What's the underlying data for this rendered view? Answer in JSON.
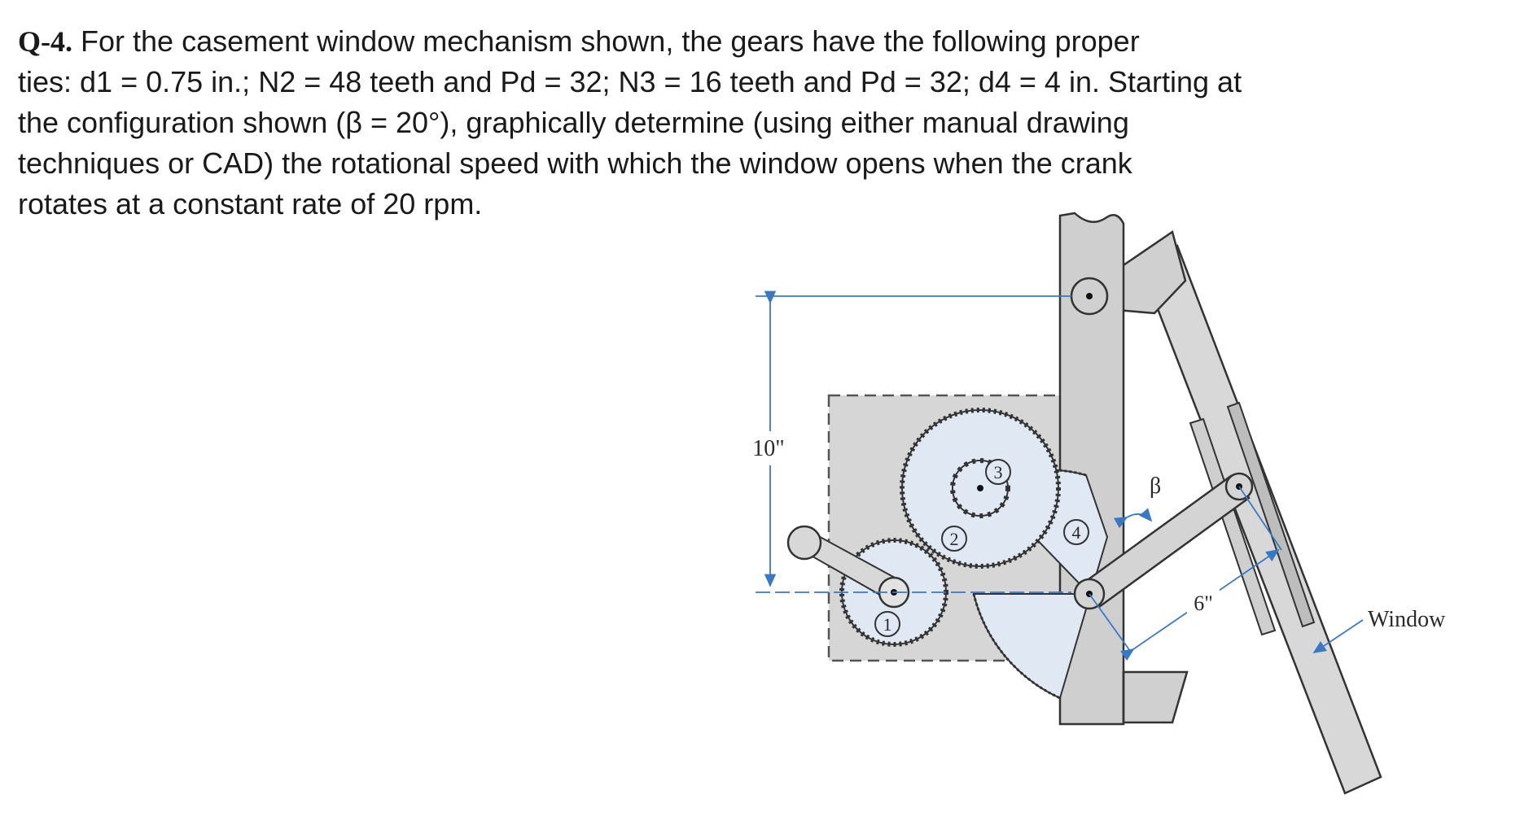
{
  "question": {
    "number": "Q-4.",
    "lines": [
      "For the casement window mechanism shown, the gears have the following proper",
      "ties: d1 = 0.75 in.; N2 = 48 teeth and Pd = 32; N3 = 16 teeth and Pd = 32; d4 = 4 in. Starting at",
      "the configuration shown (β = 20°), graphically determine (using either manual drawing",
      "techniques or CAD) the rotational speed with which the window opens when the crank",
      "rotates at a constant rate of 20 rpm."
    ]
  },
  "figure": {
    "dim_vertical": "10\"",
    "dim_link": "6\"",
    "angle_label": "β",
    "window_label": "Window",
    "gear_labels": [
      "1",
      "2",
      "3",
      "4"
    ]
  },
  "colors": {
    "frame_fill": "#d4d4d4",
    "gear_fill": "#dfe8f3",
    "dimension_line": "#3b78c4",
    "outline": "#222222"
  }
}
